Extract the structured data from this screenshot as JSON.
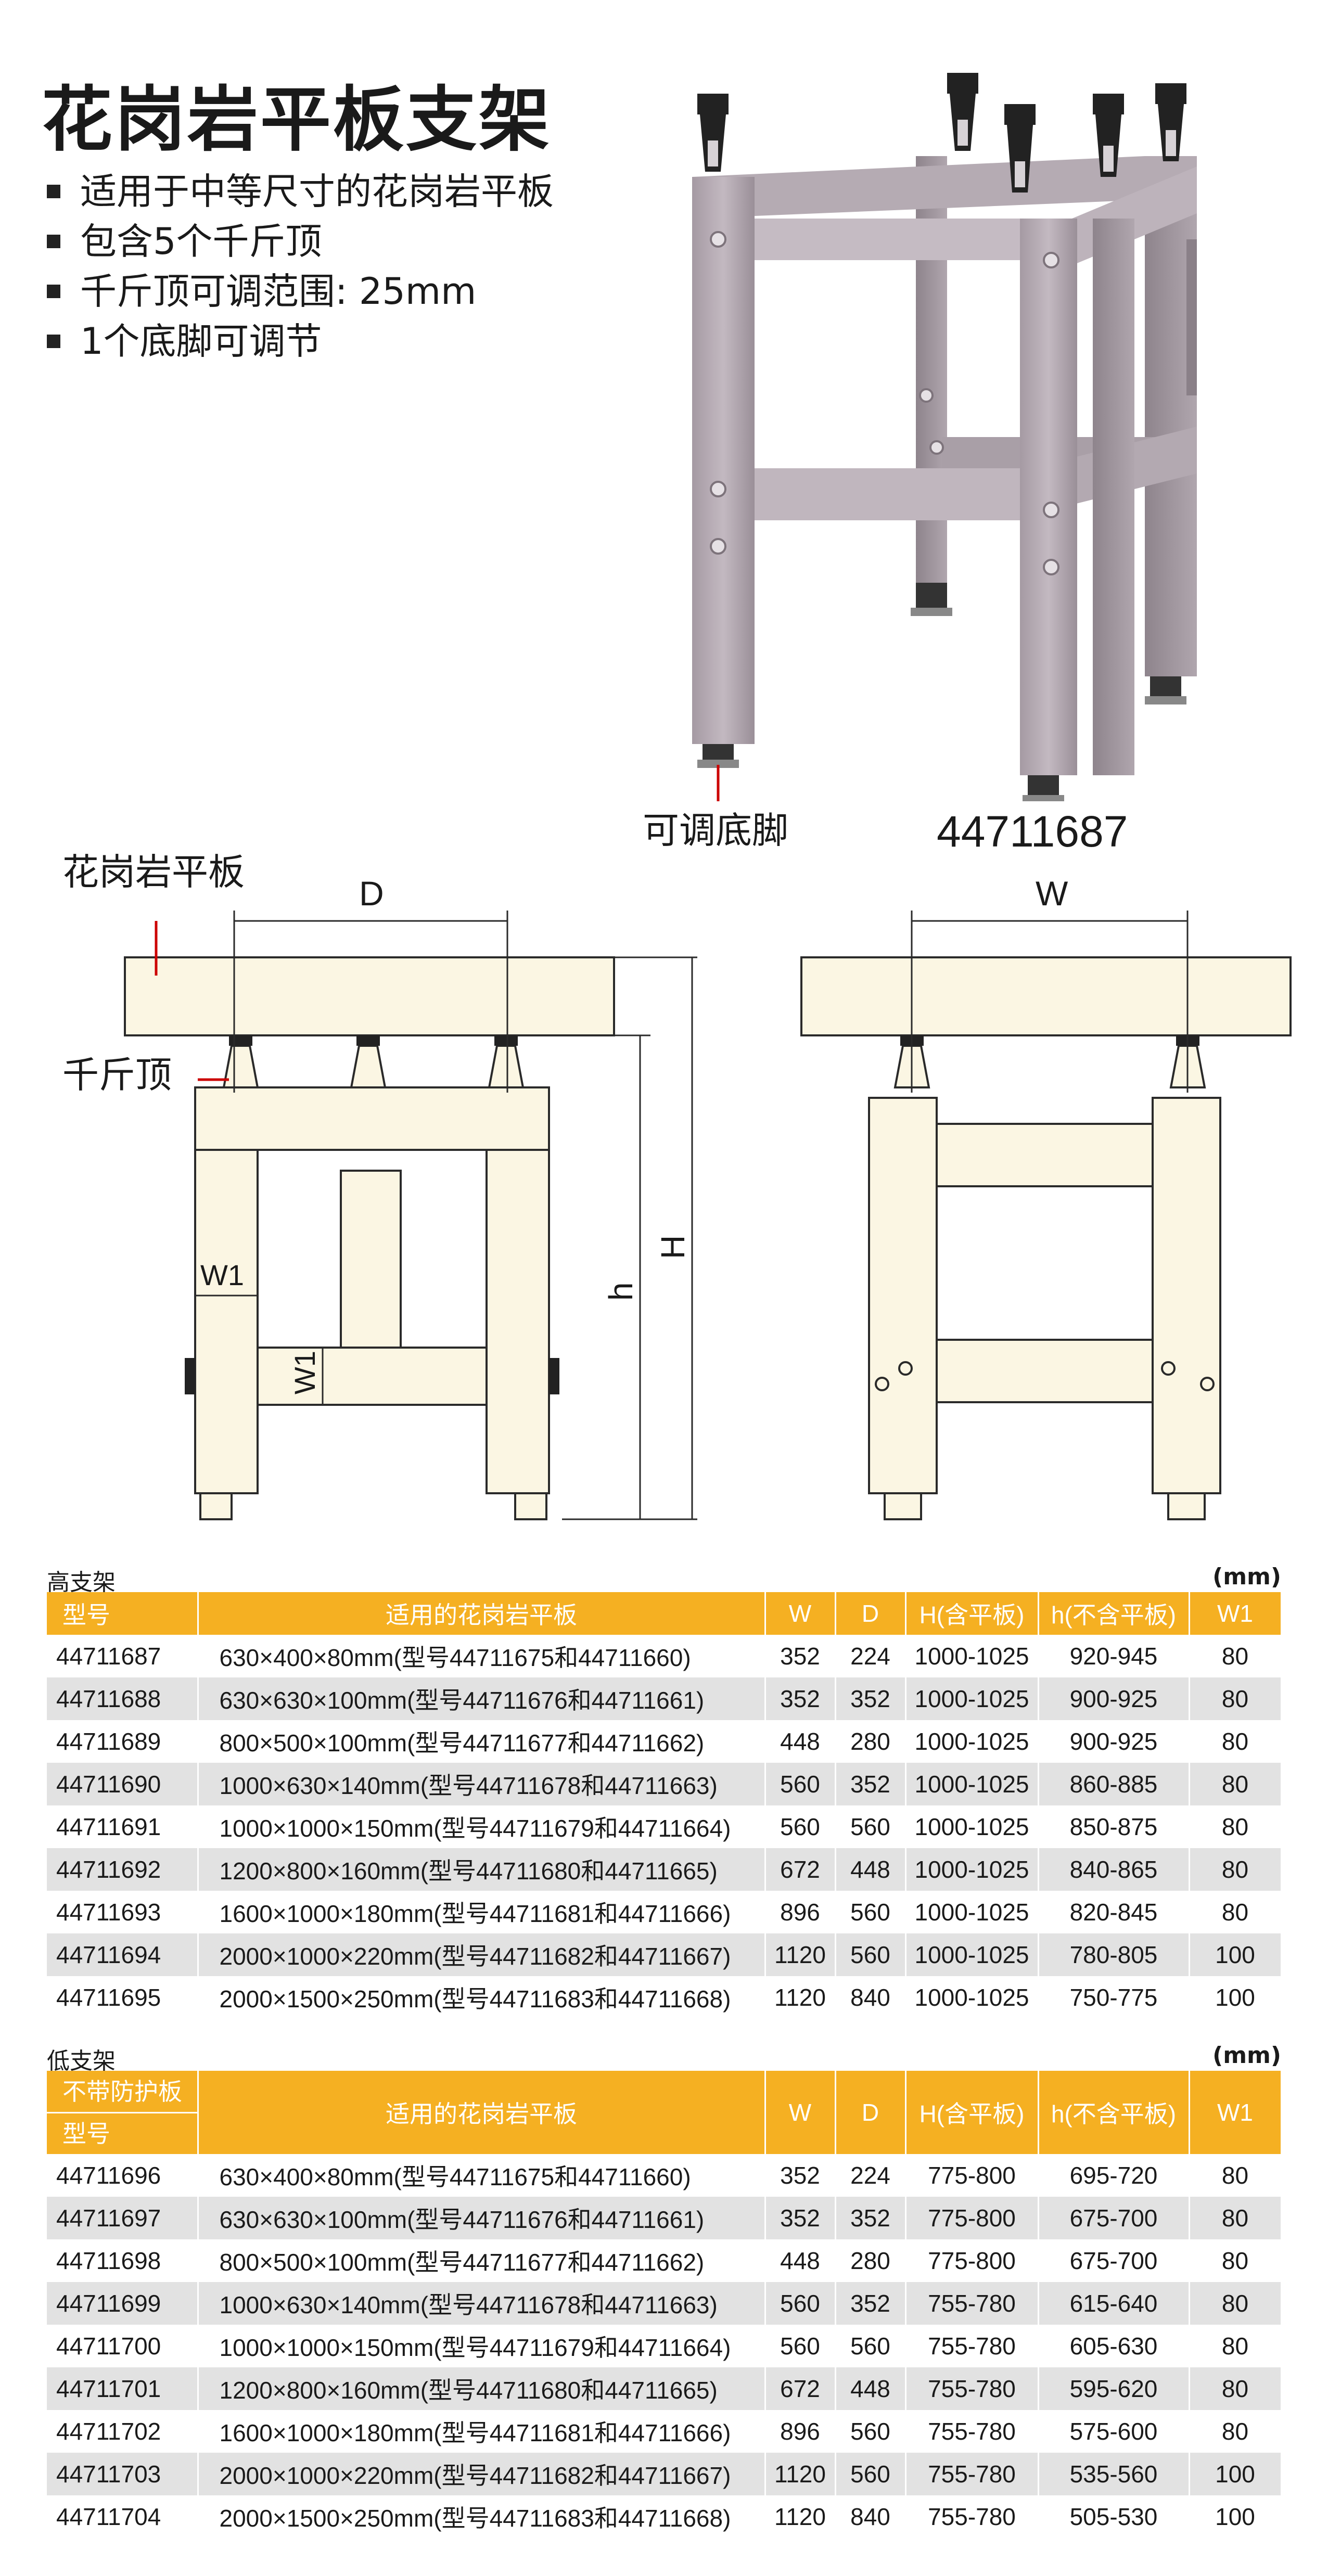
{
  "title": "花岗岩平板支架",
  "bullets": [
    "适用于中等尺寸的花岗岩平板",
    "包含5个千斤顶",
    "千斤顶可调范围: 25mm",
    "1个底脚可调节"
  ],
  "photo_caption": "可调底脚",
  "photo_model": "44711687",
  "diagram": {
    "plate_label": "花岗岩平板",
    "jack_label": "千斤顶",
    "dim_D": "D",
    "dim_W": "W",
    "dim_W1_a": "W1",
    "dim_W1_b": "W1",
    "dim_h": "h",
    "dim_H": "H"
  },
  "high": {
    "label": "高支架",
    "unit": "(mm)",
    "headers": [
      "型号",
      "适用的花岗岩平板",
      "W",
      "D",
      "H(含平板)",
      "h(不含平板)",
      "W1"
    ],
    "rows": [
      [
        "44711687",
        "630×400×80mm(型号44711675和44711660)",
        "352",
        "224",
        "1000-1025",
        "920-945",
        "80"
      ],
      [
        "44711688",
        "630×630×100mm(型号44711676和44711661)",
        "352",
        "352",
        "1000-1025",
        "900-925",
        "80"
      ],
      [
        "44711689",
        "800×500×100mm(型号44711677和44711662)",
        "448",
        "280",
        "1000-1025",
        "900-925",
        "80"
      ],
      [
        "44711690",
        "1000×630×140mm(型号44711678和44711663)",
        "560",
        "352",
        "1000-1025",
        "860-885",
        "80"
      ],
      [
        "44711691",
        "1000×1000×150mm(型号44711679和44711664)",
        "560",
        "560",
        "1000-1025",
        "850-875",
        "80"
      ],
      [
        "44711692",
        "1200×800×160mm(型号44711680和44711665)",
        "672",
        "448",
        "1000-1025",
        "840-865",
        "80"
      ],
      [
        "44711693",
        "1600×1000×180mm(型号44711681和44711666)",
        "896",
        "560",
        "1000-1025",
        "820-845",
        "80"
      ],
      [
        "44711694",
        "2000×1000×220mm(型号44711682和44711667)",
        "1120",
        "560",
        "1000-1025",
        "780-805",
        "100"
      ],
      [
        "44711695",
        "2000×1500×250mm(型号44711683和44711668)",
        "1120",
        "840",
        "1000-1025",
        "750-775",
        "100"
      ]
    ]
  },
  "low": {
    "label": "低支架",
    "unit": "(mm)",
    "header_top": "不带防护板",
    "headers": [
      "型号",
      "适用的花岗岩平板",
      "W",
      "D",
      "H(含平板)",
      "h(不含平板)",
      "W1"
    ],
    "rows": [
      [
        "44711696",
        "630×400×80mm(型号44711675和44711660)",
        "352",
        "224",
        "775-800",
        "695-720",
        "80"
      ],
      [
        "44711697",
        "630×630×100mm(型号44711676和44711661)",
        "352",
        "352",
        "775-800",
        "675-700",
        "80"
      ],
      [
        "44711698",
        "800×500×100mm(型号44711677和44711662)",
        "448",
        "280",
        "775-800",
        "675-700",
        "80"
      ],
      [
        "44711699",
        "1000×630×140mm(型号44711678和44711663)",
        "560",
        "352",
        "755-780",
        "615-640",
        "80"
      ],
      [
        "44711700",
        "1000×1000×150mm(型号44711679和44711664)",
        "560",
        "560",
        "755-780",
        "605-630",
        "80"
      ],
      [
        "44711701",
        "1200×800×160mm(型号44711680和44711665)",
        "672",
        "448",
        "755-780",
        "595-620",
        "80"
      ],
      [
        "44711702",
        "1600×1000×180mm(型号44711681和44711666)",
        "896",
        "560",
        "755-780",
        "575-600",
        "80"
      ],
      [
        "44711703",
        "2000×1000×220mm(型号44711682和44711667)",
        "1120",
        "560",
        "755-780",
        "535-560",
        "100"
      ],
      [
        "44711704",
        "2000×1500×250mm(型号44711683和44711668)",
        "1120",
        "840",
        "755-780",
        "505-530",
        "100"
      ]
    ]
  }
}
